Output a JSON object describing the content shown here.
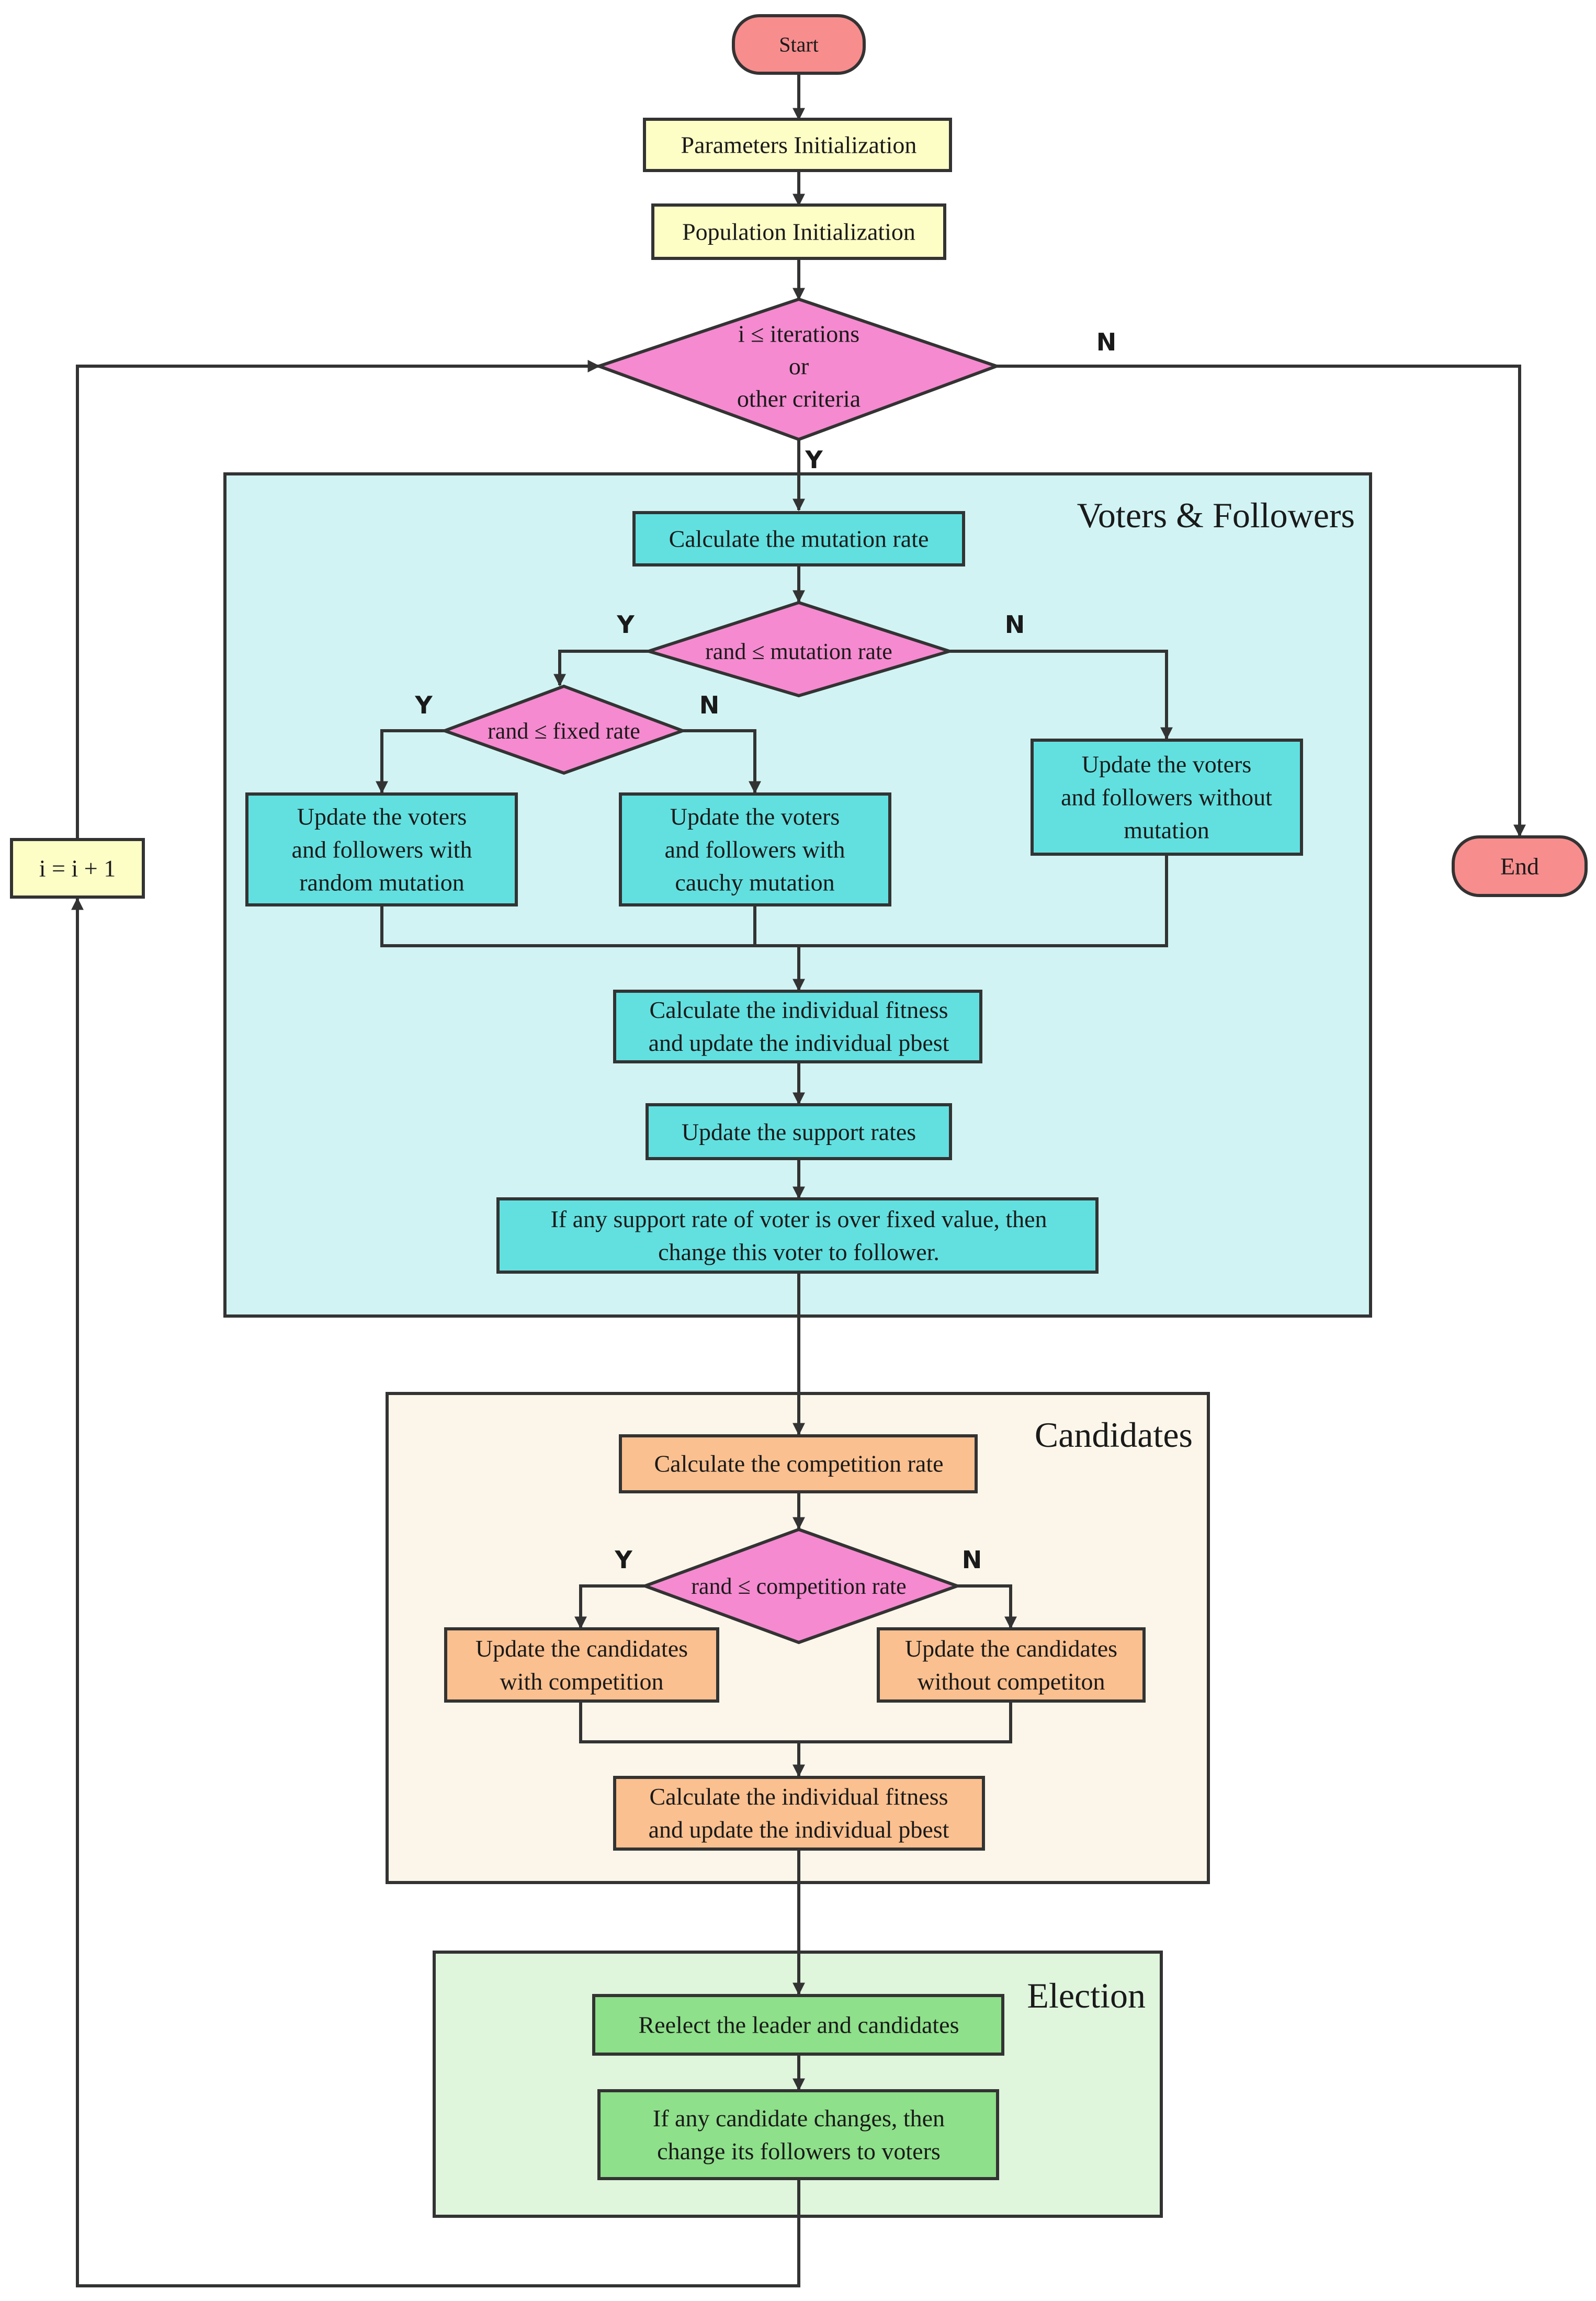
{
  "colors": {
    "terminal_fill": "#f78d8d",
    "init_fill": "#fdfdc6",
    "decision_fill": "#f58ad0",
    "voters_process_fill": "#62e0e0",
    "voters_group_fill": "#d1f3f3",
    "candidates_process_fill": "#fbc08f",
    "candidates_group_fill": "#fbf6e9",
    "election_process_fill": "#8ee08a",
    "election_group_fill": "#dff5dc",
    "stroke": "#333333"
  },
  "groups": {
    "voters": {
      "title": "Voters & Followers"
    },
    "candidates": {
      "title": "Candidates"
    },
    "election": {
      "title": "Election"
    }
  },
  "nodes": {
    "start": {
      "lines": [
        "Start"
      ]
    },
    "params": {
      "lines": [
        "Parameters Initialization"
      ]
    },
    "population": {
      "lines": [
        "Population Initialization"
      ]
    },
    "loop_check": {
      "lines": [
        "i ≤ iterations",
        "or",
        "other criteria"
      ]
    },
    "mutation_rate": {
      "lines": [
        "Calculate the mutation rate"
      ]
    },
    "rand_mutation": {
      "lines": [
        "rand ≤ mutation rate"
      ]
    },
    "rand_fixed": {
      "lines": [
        "rand ≤ fixed rate"
      ]
    },
    "update_random": {
      "lines": [
        "Update the voters",
        "and followers with",
        "random mutation"
      ]
    },
    "update_cauchy": {
      "lines": [
        "Update the voters",
        "and followers with",
        "cauchy mutation"
      ]
    },
    "update_nomut": {
      "lines": [
        "Update the voters",
        "and followers without",
        "mutation"
      ]
    },
    "fitness_voters": {
      "lines": [
        "Calculate the individual fitness",
        "and update the individual pbest"
      ]
    },
    "support_rates": {
      "lines": [
        "Update the support rates"
      ]
    },
    "change_follower": {
      "lines": [
        "If any support rate of voter is over fixed value, then",
        "change this voter to follower."
      ]
    },
    "competition_rate": {
      "lines": [
        "Calculate the competition rate"
      ]
    },
    "rand_competition": {
      "lines": [
        "rand ≤ competition rate"
      ]
    },
    "update_with_comp": {
      "lines": [
        "Update the candidates",
        "with competition"
      ]
    },
    "update_without_comp": {
      "lines": [
        "Update the candidates",
        "without competiton"
      ]
    },
    "fitness_candidates": {
      "lines": [
        "Calculate the individual fitness",
        "and update the individual pbest"
      ]
    },
    "reelect": {
      "lines": [
        "Reelect the leader and candidates"
      ]
    },
    "change_voters": {
      "lines": [
        "If any candidate changes, then",
        "change its followers to voters"
      ]
    },
    "increment": {
      "lines": [
        "i = i + 1"
      ]
    },
    "end": {
      "lines": [
        "End"
      ]
    }
  },
  "edge_labels": {
    "loop_yes": "Y",
    "loop_no": "N",
    "mutation_yes": "Y",
    "mutation_no": "N",
    "fixed_yes": "Y",
    "fixed_no": "N",
    "competition_yes": "Y",
    "competition_no": "N"
  }
}
